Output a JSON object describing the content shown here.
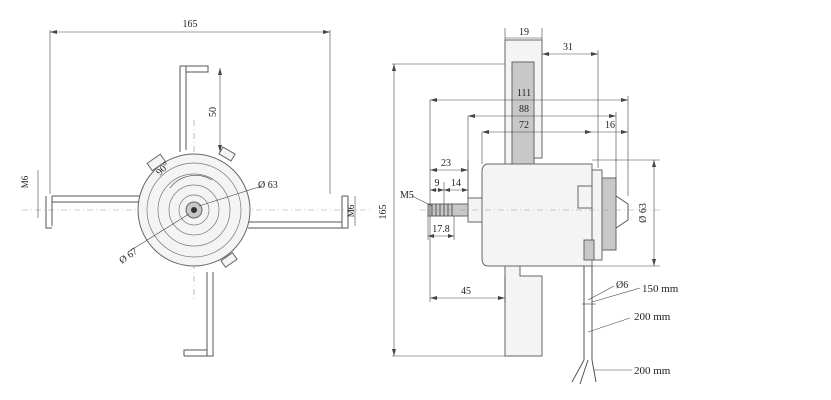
{
  "front_view": {
    "overall_width": "165",
    "arm_length": "50",
    "thread_left": "M6",
    "thread_right": "M6",
    "angle": "90°",
    "diameter_outer": "Ø 63",
    "diameter_inner": "Ø 67"
  },
  "side_view": {
    "overall_height": "165",
    "bracket_width": "19",
    "offset_top": "31",
    "dim_111": "111",
    "dim_88": "88",
    "dim_72": "72",
    "dim_16": "16",
    "dim_23": "23",
    "dim_9": "9",
    "dim_14": "14",
    "dim_17_8": "17.8",
    "thread_shaft": "M5",
    "diameter_body": "Ø 63",
    "dim_45": "45",
    "cable_diameter": "Ø6"
  },
  "cable_lengths": {
    "lead_1": "150 mm",
    "lead_2": "200 mm",
    "lead_3": "200 mm"
  }
}
